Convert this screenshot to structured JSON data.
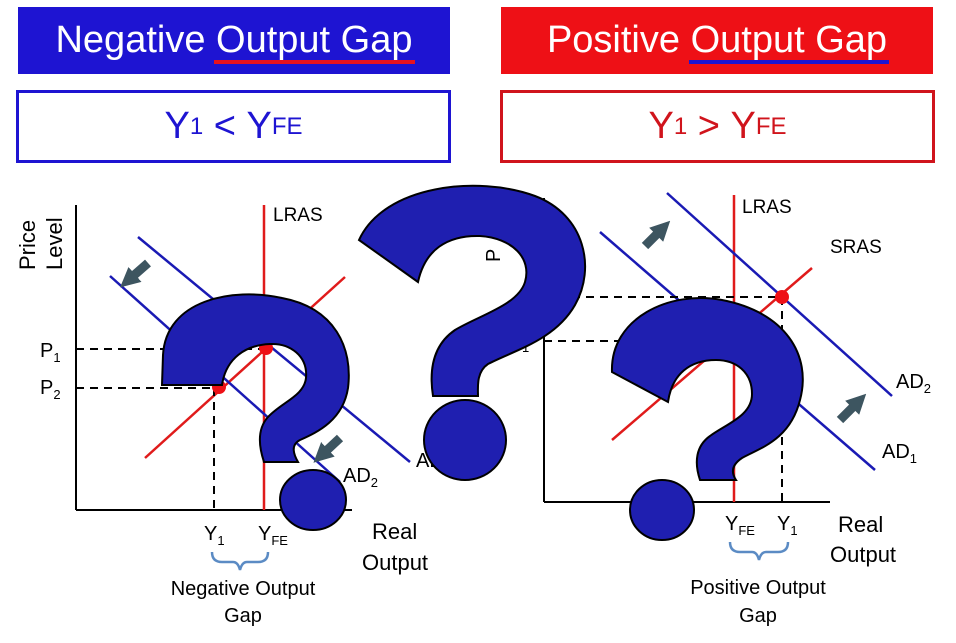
{
  "banners": {
    "negative": {
      "prefix": "Negative ",
      "underlined": "Output Gap"
    },
    "positive": {
      "prefix": "Positive ",
      "underlined": "Output Gap"
    }
  },
  "conditions": {
    "negative": {
      "a": "Y",
      "a_sub": "1",
      "op": " < ",
      "b": "Y",
      "b_sub": "FE"
    },
    "positive": {
      "a": "Y",
      "a_sub": "1",
      "op": " > ",
      "b": "Y",
      "b_sub": "FE"
    }
  },
  "left_diagram": {
    "y_axis_label_1": "Price",
    "y_axis_label_2": "Level",
    "x_axis_label_1": "Real",
    "x_axis_label_2": "Output",
    "lras": "LRAS",
    "ad2": "AD",
    "ad2_sub": "2",
    "ad1_partial": "AD",
    "p1": "P",
    "p1_sub": "1",
    "p2": "P",
    "p2_sub": "2",
    "y1": "Y",
    "y1_sub": "1",
    "yfe": "Y",
    "yfe_sub": "FE",
    "gap_label_1": "Negative Output",
    "gap_label_2": "Gap"
  },
  "right_diagram": {
    "y_axis_partial": "P",
    "lras": "LRAS",
    "sras": "SRAS",
    "ad2": "AD",
    "ad2_sub": "2",
    "ad1": "AD",
    "ad1_sub": "1",
    "p1_sub": "1",
    "x_axis_label_1": "Real",
    "x_axis_label_2": "Output",
    "yfe": "Y",
    "yfe_sub": "FE",
    "y1": "Y",
    "y1_sub": "1",
    "gap_label_1": "Positive Output",
    "gap_label_2": "Gap"
  },
  "question_marks": {
    "big": "?",
    "left": "?",
    "right": "?"
  },
  "colors": {
    "blue": "#1e14d2",
    "red": "#ee1016",
    "curve_blue": "#1a1ab4",
    "curve_red": "#e01b1b",
    "question_fill": "#1f1fb0",
    "arrow": "#3d5560",
    "bracket": "#5b8bc4"
  }
}
